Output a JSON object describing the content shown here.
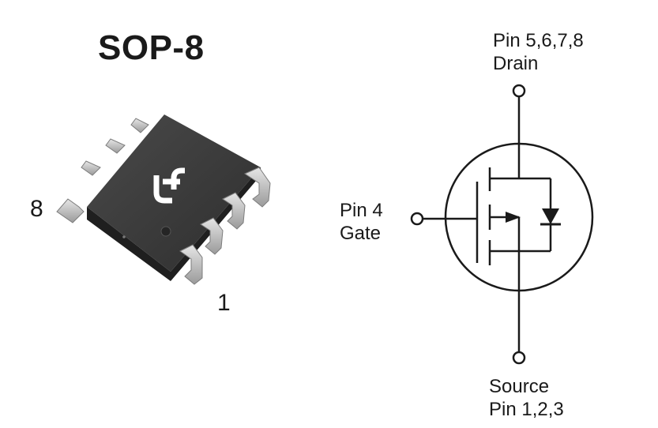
{
  "package": {
    "title": "SOP-8",
    "pin_first": "8",
    "pin_last": "1"
  },
  "schematic": {
    "drain": {
      "line1": "Pin 5,6,7,8",
      "line2": "Drain"
    },
    "gate": {
      "line1": "Pin 4",
      "line2": "Gate"
    },
    "source": {
      "line1": "Source",
      "line2": "Pin 1,2,3"
    }
  },
  "colors": {
    "body": "#3a3a3a",
    "leads": "#b9b9b9",
    "line": "#1a1a1a"
  }
}
